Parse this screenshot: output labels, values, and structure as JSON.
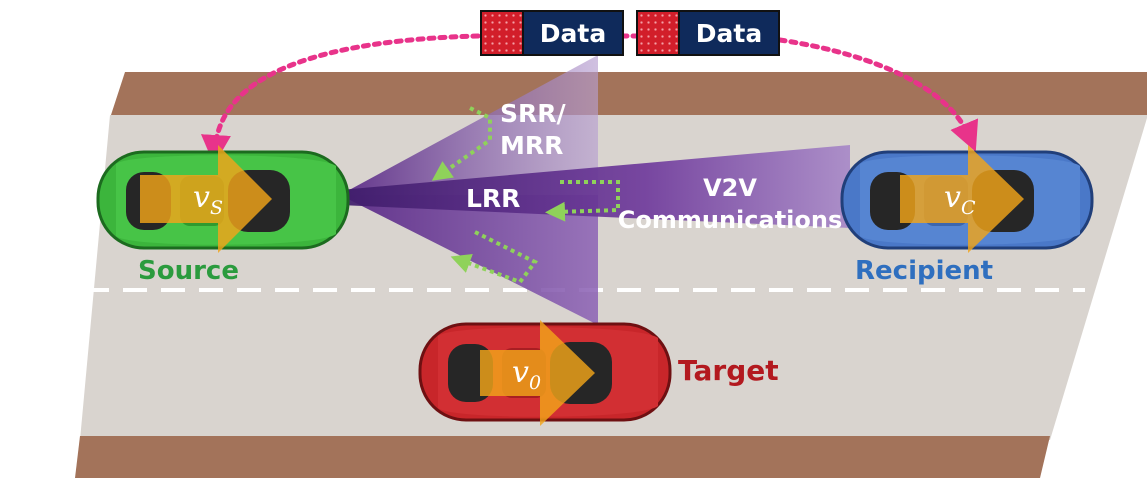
{
  "packets": [
    {
      "label": "Data"
    },
    {
      "label": "Data"
    }
  ],
  "labels": {
    "srr_mrr_line1": "SRR/",
    "srr_mrr_line2": "MRR",
    "lrr": "LRR",
    "v2v_line1": "V2V",
    "v2v_line2": "Communications"
  },
  "vehicles": {
    "source": {
      "name": "Source",
      "velocity_symbol": "v",
      "velocity_subscript": "S",
      "color": "#3cb53c"
    },
    "recipient": {
      "name": "Recipient",
      "velocity_symbol": "v",
      "velocity_subscript": "C",
      "color": "#4a78c8"
    },
    "target": {
      "name": "Target",
      "velocity_symbol": "v",
      "velocity_subscript": "0",
      "color": "#c8262a"
    }
  },
  "colors": {
    "road": "#d9d4cf",
    "shoulder": "#a3735a",
    "radar": "#7a3f9e",
    "link": "#e8338a",
    "arrow": "#f2a51a",
    "reflection": "#8fd25a",
    "source_label": "#2b9b3e",
    "recipient_label": "#2f6fbf",
    "target_label": "#b3191f"
  }
}
